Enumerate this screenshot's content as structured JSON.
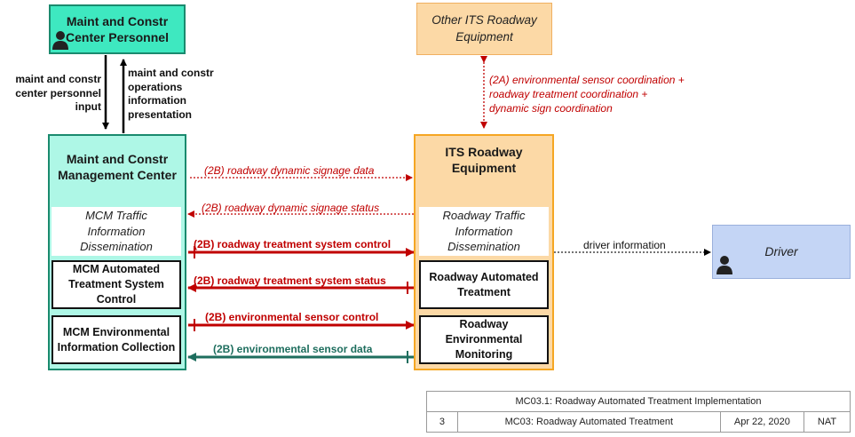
{
  "colors": {
    "mc_fill": "#3ee8c0",
    "mcm_fill": "#aef7e6",
    "its_fill": "#fcd9a6",
    "its_border": "#f5a623",
    "driver_fill": "#c4d5f5",
    "red_flow": "#c00000",
    "teal_flow": "#1e6e5e"
  },
  "entities": {
    "maint_personnel": "Maint and Constr Center Personnel",
    "other_its": "Other ITS Roadway Equipment",
    "mcm": "Maint and Constr Management Center",
    "its": "ITS Roadway Equipment",
    "driver": "Driver"
  },
  "subsystems": {
    "mcm_traffic": "MCM Traffic Information Dissemination",
    "mcm_automated": "MCM Automated Treatment System Control",
    "mcm_env": "MCM Environmental Information Collection",
    "its_traffic": "Roadway Traffic Information Dissemination",
    "its_automated": "Roadway Automated Treatment",
    "its_env": "Roadway Environmental Monitoring"
  },
  "flows": {
    "personnel_input": "maint and constr center personnel input",
    "operations_presentation": "maint and constr operations information presentation",
    "coordination": [
      "(2A) environmental sensor coordination +",
      "roadway treatment coordination +",
      "dynamic sign coordination"
    ],
    "signage_data": "(2B) roadway dynamic signage data",
    "signage_status": "(2B) roadway dynamic signage status",
    "treatment_control": "(2B) roadway treatment system control",
    "treatment_status": "(2B) roadway treatment system status",
    "sensor_control": "(2B) environmental sensor control",
    "sensor_data": "(2B) environmental sensor data",
    "driver_info": "driver information"
  },
  "title_block": {
    "title": "MC03.1: Roadway Automated Treatment Implementation",
    "number": "3",
    "package": "MC03: Roadway Automated Treatment",
    "date": "Apr 22, 2020",
    "author": "NAT"
  }
}
